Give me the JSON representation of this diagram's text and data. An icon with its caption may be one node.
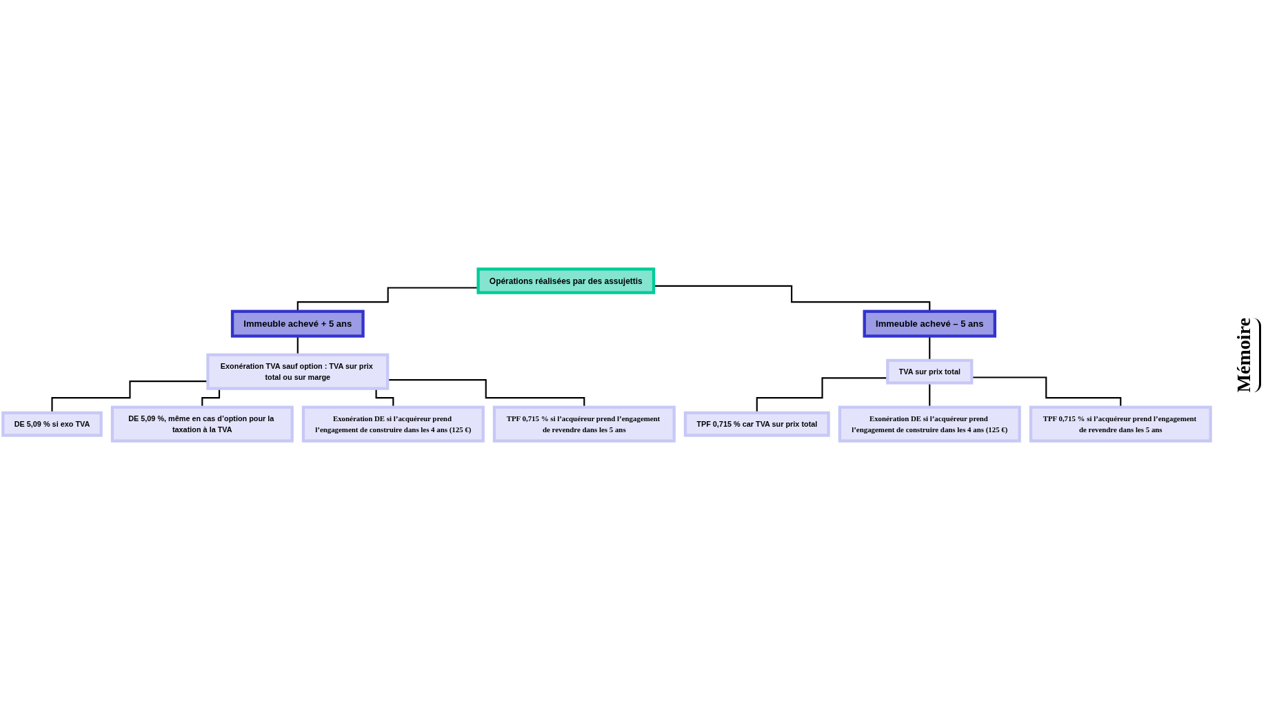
{
  "diagram": {
    "nodes": [
      {
        "text": [
          "Opérations réalisées par des assujettis"
        ]
      },
      {
        "text": [
          "Immeuble achevé + 5 ans"
        ]
      },
      {
        "text": [
          "Immeuble achevé – 5 ans"
        ]
      },
      {
        "text": [
          "Exonération TVA sauf option : TVA sur prix total ou sur marge"
        ]
      },
      {
        "text": [
          "TVA sur prix total"
        ]
      },
      {
        "text": [
          "DE 5,09 % si exo TVA"
        ]
      },
      {
        "text": [
          "DE 5,09 %, même en cas d’option pour la taxation à la TVA"
        ]
      },
      {
        "text": [
          "Exonération DE si l’acquéreur prend l’engagement de construire dans les 4 ans (125 €)"
        ]
      },
      {
        "text": [
          "TPF 0,715 % si l’acquéreur prend l’engagement de revendre dans les 5 ans"
        ]
      },
      {
        "text": [
          "TPF 0,715 % car TVA sur prix total"
        ]
      },
      {
        "text": [
          "Exonération DE si l’acquéreur prend l’engagement de construire dans les 4 ans (125 €)"
        ]
      },
      {
        "text": [
          "TPF 0,715 % si l’acquéreur prend l’engagement de revendre dans les 5 ans"
        ]
      }
    ],
    "edges": [
      {
        "from": 0,
        "to": 1,
        "arrow": "none"
      },
      {
        "from": 0,
        "to": 2,
        "arrow": "none"
      },
      {
        "from": 1,
        "to": 3,
        "arrow": "none"
      },
      {
        "from": 2,
        "to": 4,
        "arrow": "none"
      },
      {
        "from": 3,
        "to": 5,
        "arrow": "none"
      },
      {
        "from": 3,
        "to": 6,
        "arrow": "none"
      },
      {
        "from": 3,
        "to": 7,
        "arrow": "none"
      },
      {
        "from": 3,
        "to": 8,
        "arrow": "none"
      },
      {
        "from": 4,
        "to": 9,
        "arrow": "none"
      },
      {
        "from": 4,
        "to": 10,
        "arrow": "none"
      },
      {
        "from": 4,
        "to": 11,
        "arrow": "none"
      }
    ],
    "labels": [
      "Mémoire"
    ]
  }
}
